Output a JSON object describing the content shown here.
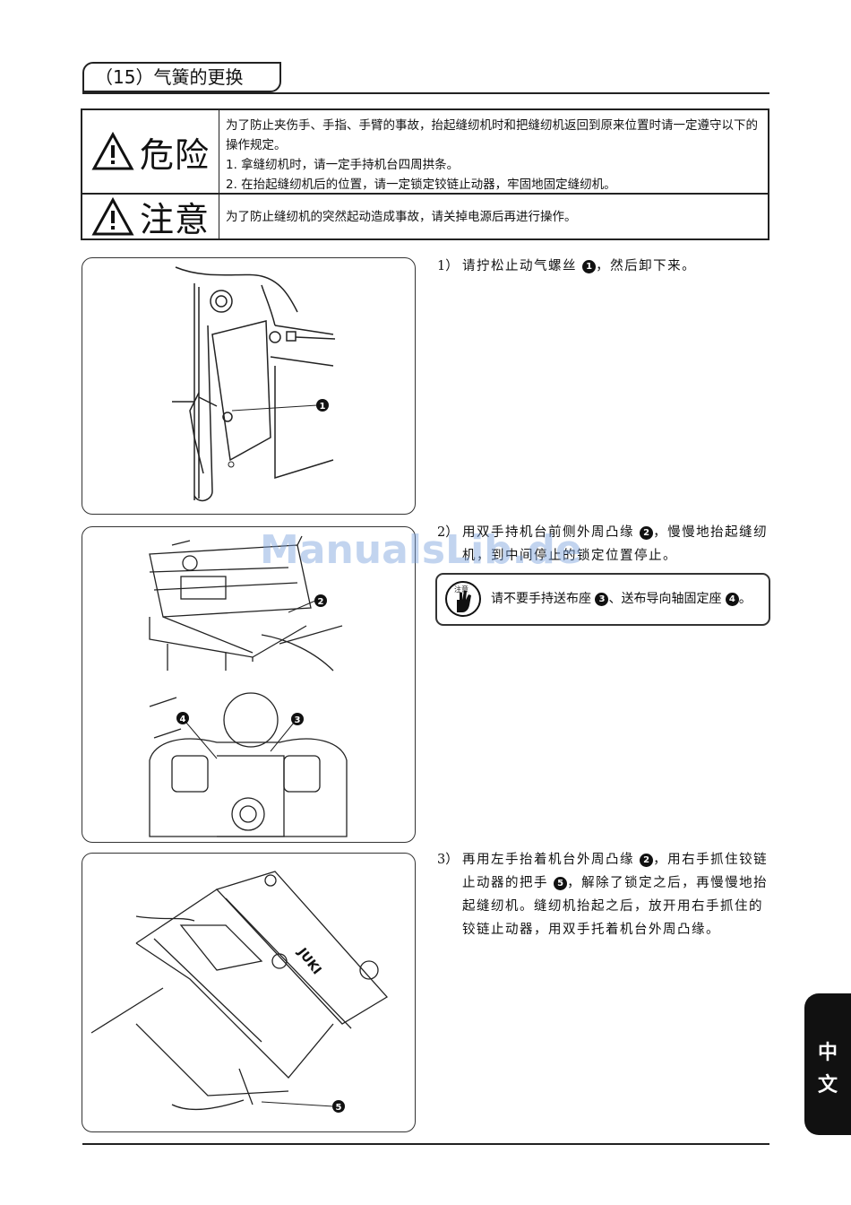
{
  "section": {
    "title": "（15）气簧的更换"
  },
  "warnings": {
    "danger": {
      "label": "危险",
      "intro": "为了防止夹伤手、手指、手臂的事故，抬起缝纫机时和把缝纫机返回到原来位置时请一定遵守以下的操作规定。",
      "items": [
        "1. 拿缝纫机时，请一定手持机台四周拱条。",
        "2. 在抬起缝纫机后的位置，请一定锁定铰链止动器，牢固地固定缝纫机。"
      ]
    },
    "caution": {
      "label": "注意",
      "text": "为了防止缝纫机的突然起动造成事故，请关掉电源后再进行操作。"
    }
  },
  "steps": [
    {
      "num": "1）",
      "pre": "请拧松止动气螺丝 ",
      "marker": "1",
      "post": "，然后卸下来。"
    },
    {
      "num": "2）",
      "pre": "用双手持机台前侧外周凸缘 ",
      "marker": "2",
      "post": "，慢慢地抬起缝纫机，到中间停止的锁定位置停止。"
    },
    {
      "num": "3）",
      "pre": "再用左手抬着机台外周凸缘 ",
      "marker": "2",
      "mid": "，用右手抓住铰链止动器的把手 ",
      "marker2": "5",
      "post": "，解除了锁定之后，再慢慢地抬起缝纫机。缝纫机抬起之后，放开用右手抓住的铰链止动器，用双手托着机台外周凸缘。"
    }
  ],
  "note": {
    "icon_label": "注意",
    "pre": "请不要手持送布座 ",
    "m1": "3",
    "mid": "、送布导向轴固定座 ",
    "m2": "4",
    "post": "。"
  },
  "figure_labels": {
    "fig1": "1",
    "fig2a": "2",
    "fig2b": "4",
    "fig2c": "3",
    "fig3": "5",
    "brand": "JUKI"
  },
  "watermark": "ManualsLib.de",
  "side_tab": {
    "line1": "中",
    "line2": "文"
  }
}
